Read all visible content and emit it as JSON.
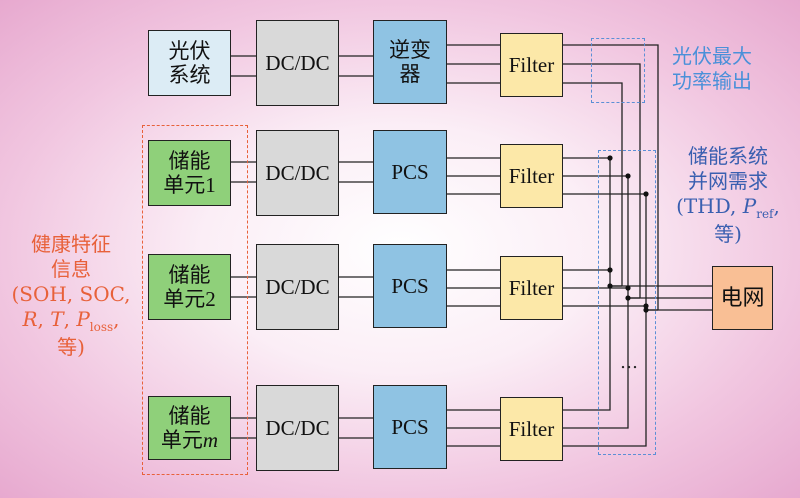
{
  "pv_unit": {
    "source": "光伏\n系统",
    "converter": "DC/DC",
    "inverter": "逆变\n器",
    "filter": "Filter"
  },
  "storage_units": [
    {
      "unit": "储能\n单元1",
      "converter": "DC/DC",
      "pcs": "PCS",
      "filter": "Filter"
    },
    {
      "unit": "储能\n单元2",
      "converter": "DC/DC",
      "pcs": "PCS",
      "filter": "Filter"
    },
    {
      "unit_prefix": "储能\n单元",
      "unit_index": "m",
      "converter": "DC/DC",
      "pcs": "PCS",
      "filter": "Filter"
    }
  ],
  "grid": "电网",
  "labels": {
    "pv_max_power": "光伏最大\n功率输出",
    "storage_request_line1": "储能系统",
    "storage_request_line2": "并网需求",
    "storage_request_thd": "(THD, ",
    "storage_request_p": "P",
    "storage_request_sub": "ref",
    "storage_request_tail": ",",
    "storage_request_line4": "等)",
    "health_line1": "健康特征",
    "health_line2": "信息",
    "health_line3": "(SOH, SOC,",
    "health_r": "R",
    "health_sep1": ", ",
    "health_t": "T",
    "health_sep2": ", ",
    "health_p": "P",
    "health_sub": "loss",
    "health_tail": ",",
    "health_line5": "等)",
    "ellipsis": "…"
  },
  "colors": {
    "pv_source": "#dcecf5",
    "converter": "#d9d9d9",
    "inverter_pcs": "#8fc3e3",
    "filter": "#fce8a8",
    "storage": "#8fd07a",
    "grid": "#f9bf95",
    "pv_max_label": "#4a90d9",
    "request_label": "#3a5fb0",
    "health_label": "#e8613a"
  }
}
